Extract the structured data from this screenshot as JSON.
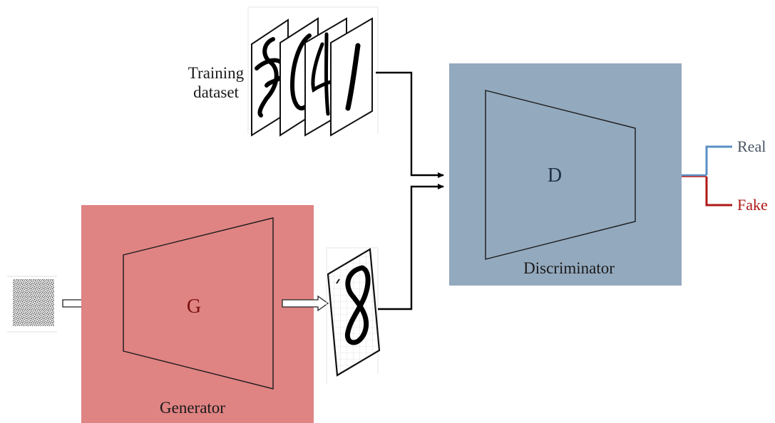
{
  "training": {
    "label_line1": "Training",
    "label_line2": "dataset"
  },
  "generator": {
    "letter": "G",
    "label": "Generator"
  },
  "discriminator": {
    "letter": "D",
    "label": "Discriminator"
  },
  "outputs": {
    "real": "Real",
    "fake": "Fake"
  },
  "colors": {
    "generator_fill": "#df8383",
    "generator_text": "#7a1010",
    "discriminator_fill": "#93a9be",
    "discriminator_text": "#1e3047",
    "real_line": "#5a8fc7",
    "fake_line": "#b01818",
    "real_text": "#4a5665",
    "fake_text": "#b01818"
  },
  "icons": [
    "noise-image",
    "training-digit-cards",
    "generated-digit-card",
    "generator-trapezoid",
    "discriminator-trapezoid"
  ]
}
